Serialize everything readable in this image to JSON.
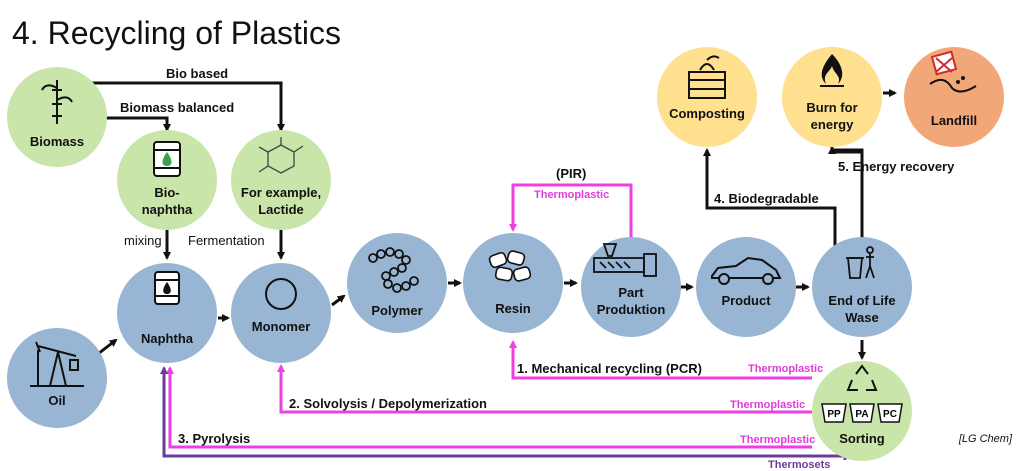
{
  "title": "4. Recycling of Plastics",
  "source": "[LG Chem]",
  "colors": {
    "green": "#c9e5a9",
    "blue": "#98b6d3",
    "yellow": "#ffe08f",
    "orange": "#f1a778",
    "magenta": "#ee3fe0",
    "purple": "#6a3d9a"
  },
  "nodes": {
    "biomass": "Biomass",
    "bio_naphtha": [
      "Bio-",
      "naphtha"
    ],
    "lactide": [
      "For example,",
      "Lactide"
    ],
    "oil": "Oil",
    "naphtha": "Naphtha",
    "monomer": "Monomer",
    "polymer": "Polymer",
    "resin": "Resin",
    "part_production": [
      "Part",
      "Produktion"
    ],
    "product": "Product",
    "end_of_life": [
      "End of Life",
      "Wase"
    ],
    "composting": "Composting",
    "burn_for_energy": [
      "Burn for",
      "energy"
    ],
    "landfill": "Landfill",
    "sorting": "Sorting",
    "sort_bins": [
      "PP",
      "PA",
      "PC"
    ]
  },
  "edges": {
    "bio_based": "Bio based",
    "biomass_balanced": "Biomass balanced",
    "mixing": "mixing",
    "fermentation": "Fermentation",
    "pir": "(PIR)",
    "thermoplastic": "Thermoplastic",
    "thermosets": "Thermosets",
    "mechanical_recycling": "1. Mechanical recycling (PCR)",
    "solvolysis": "2. Solvolysis / Depolymerization",
    "pyrolysis": "3. Pyrolysis",
    "biodegradable": "4. Biodegradable",
    "energy_recovery": "5. Energy recovery"
  }
}
